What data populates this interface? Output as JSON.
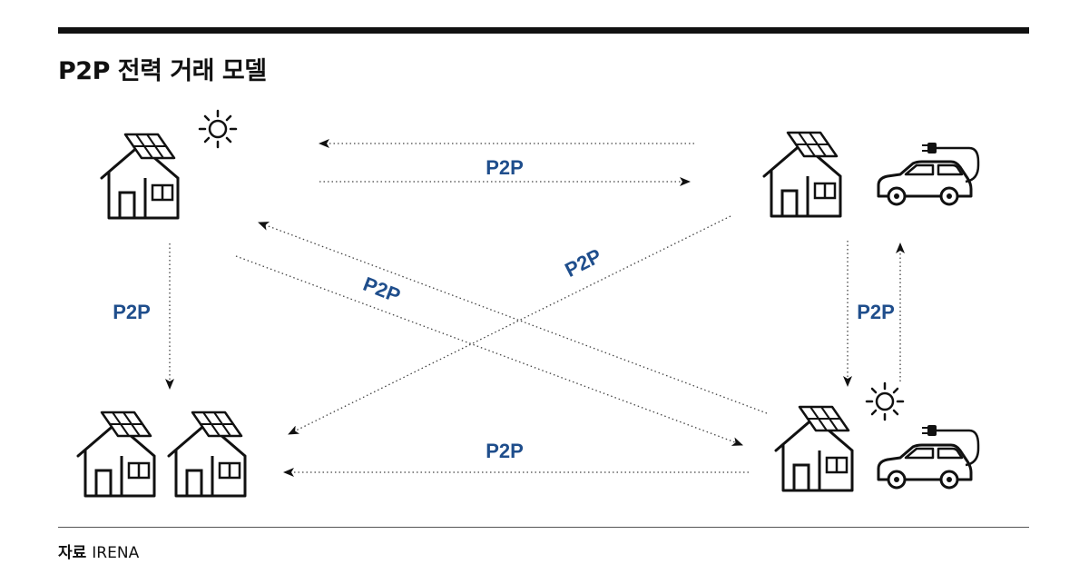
{
  "title": "P2P 전력 거래 모델",
  "source": {
    "label": "자료",
    "value": "IRENA"
  },
  "link_label": "P2P",
  "colors": {
    "accent": "#1f4e8c",
    "line": "#111111",
    "dotted": "#444444"
  },
  "icons": [
    "house-icon",
    "solar-panel-icon",
    "sun-icon",
    "electric-car-icon",
    "charging-plug-icon"
  ]
}
